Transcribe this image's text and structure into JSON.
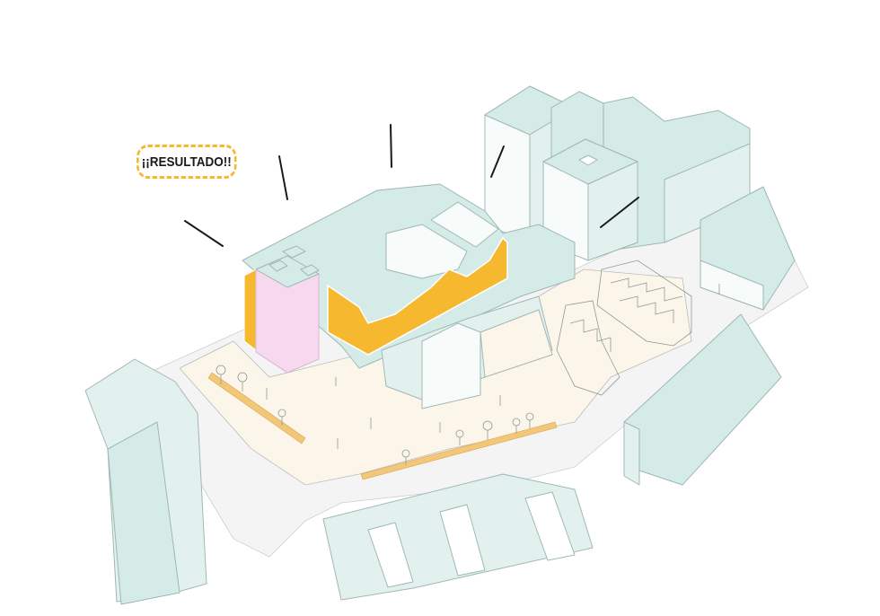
{
  "figure": {
    "type": "axonometric-urban-diagram",
    "badge": {
      "text": "¡¡RESULTADO!!",
      "border_color": "#f5b82e"
    },
    "colors": {
      "background": "#ffffff",
      "building_roof": "#d4ebe7",
      "building_wall_light": "#e3f1ee",
      "building_wall_white": "#f7fbfa",
      "plaza": "#fcf6ea",
      "street": "#f4f4f4",
      "highlight_facade": "#f5b82e",
      "tower": "#f6d9ee",
      "bench": "#f2c77a",
      "accent_line": "#1a1a1a"
    },
    "elements": [
      "highlighted-yellow-facade",
      "pink-castle-tower",
      "central-plaza",
      "stepped-terraces",
      "long-benches",
      "trees",
      "pedestrians",
      "surrounding-buildings",
      "emphasis-lines"
    ]
  }
}
